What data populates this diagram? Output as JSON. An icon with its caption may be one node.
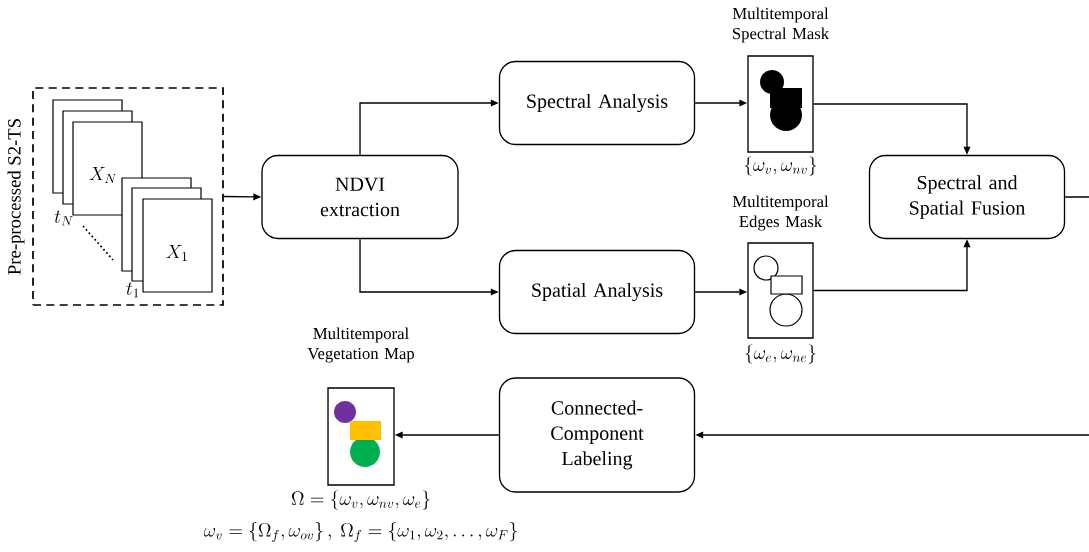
{
  "diagram": {
    "nodes": [
      {
        "text": [
          "Pre-processed S2-TS"
        ]
      },
      {
        "text": [
          "NDVI extraction"
        ]
      },
      {
        "text": [
          "Spectral Analysis"
        ]
      },
      {
        "text": [
          "Spatial Analysis"
        ]
      },
      {
        "text": [
          "Multitemporal Spectral Mask"
        ],
        "beside": [
          "\\{\\omega_v, \\omega_{nv}\\}"
        ]
      },
      {
        "text": [
          "Multitemporal Edges Mask"
        ],
        "beside": [
          "\\{\\omega_e, \\omega_{ne}\\}"
        ]
      },
      {
        "text": [
          "Spectral and Spatial Fusion"
        ]
      },
      {
        "text": [
          "Connected-Component Labeling"
        ]
      },
      {
        "text": [
          "Multitemporal Vegetation Map"
        ],
        "beside": [
          "\\Omega = \\{\\omega_v, \\omega_{nv}, \\omega_e\\}",
          "\\omega_v = \\left\\{\\Omega_f, \\omega_{ov}\\right\\},\\ \\Omega_f = \\{\\omega_1, \\omega_2, \\dots, \\omega_F\\}"
        ]
      }
    ],
    "edges": [
      {
        "from": 0,
        "to": 1,
        "arrow": "to"
      },
      {
        "from": 1,
        "to": 2,
        "arrow": "to"
      },
      {
        "from": 1,
        "to": 3,
        "arrow": "to"
      },
      {
        "from": 2,
        "to": 4,
        "arrow": "to"
      },
      {
        "from": 3,
        "to": 5,
        "arrow": "to"
      },
      {
        "from": 4,
        "to": 6,
        "arrow": "to"
      },
      {
        "from": 5,
        "to": 6,
        "arrow": "to"
      },
      {
        "from": 6,
        "to": null,
        "arrow": "none"
      },
      {
        "from": null,
        "to": 7,
        "arrow": "to"
      },
      {
        "from": 7,
        "to": 8,
        "arrow": "to"
      }
    ],
    "labels": [
      "X_N",
      "t_N",
      "X_1",
      "t_1"
    ]
  }
}
